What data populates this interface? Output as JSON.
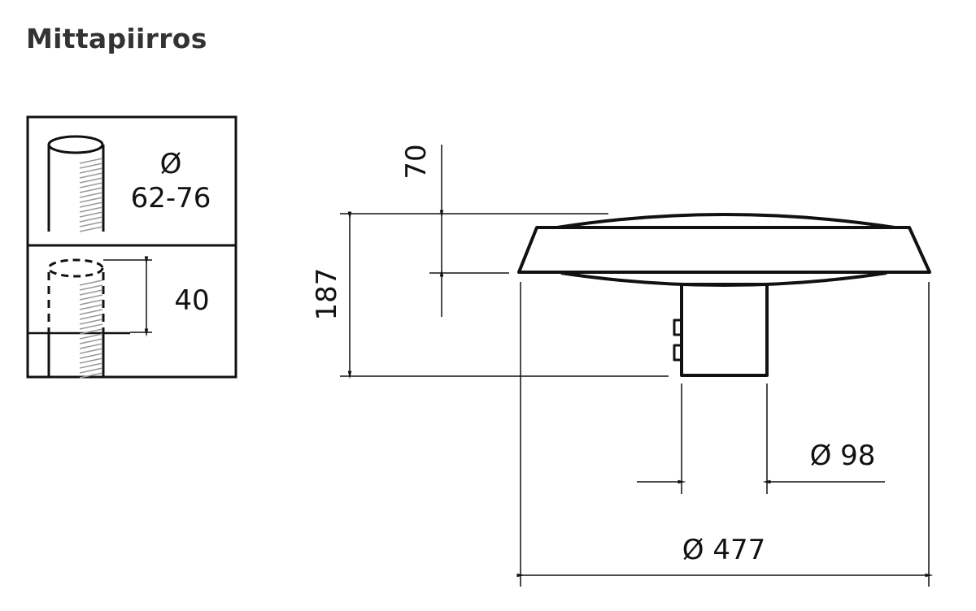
{
  "title": "Mittapiirros",
  "pole_detail": {
    "diameter_symbol": "Ø",
    "diameter_range": "62-76",
    "insertion_depth": "40"
  },
  "luminaire": {
    "height_total": "187",
    "height_top": "70",
    "stem_diameter": "Ø 98",
    "overall_diameter": "Ø 477"
  }
}
